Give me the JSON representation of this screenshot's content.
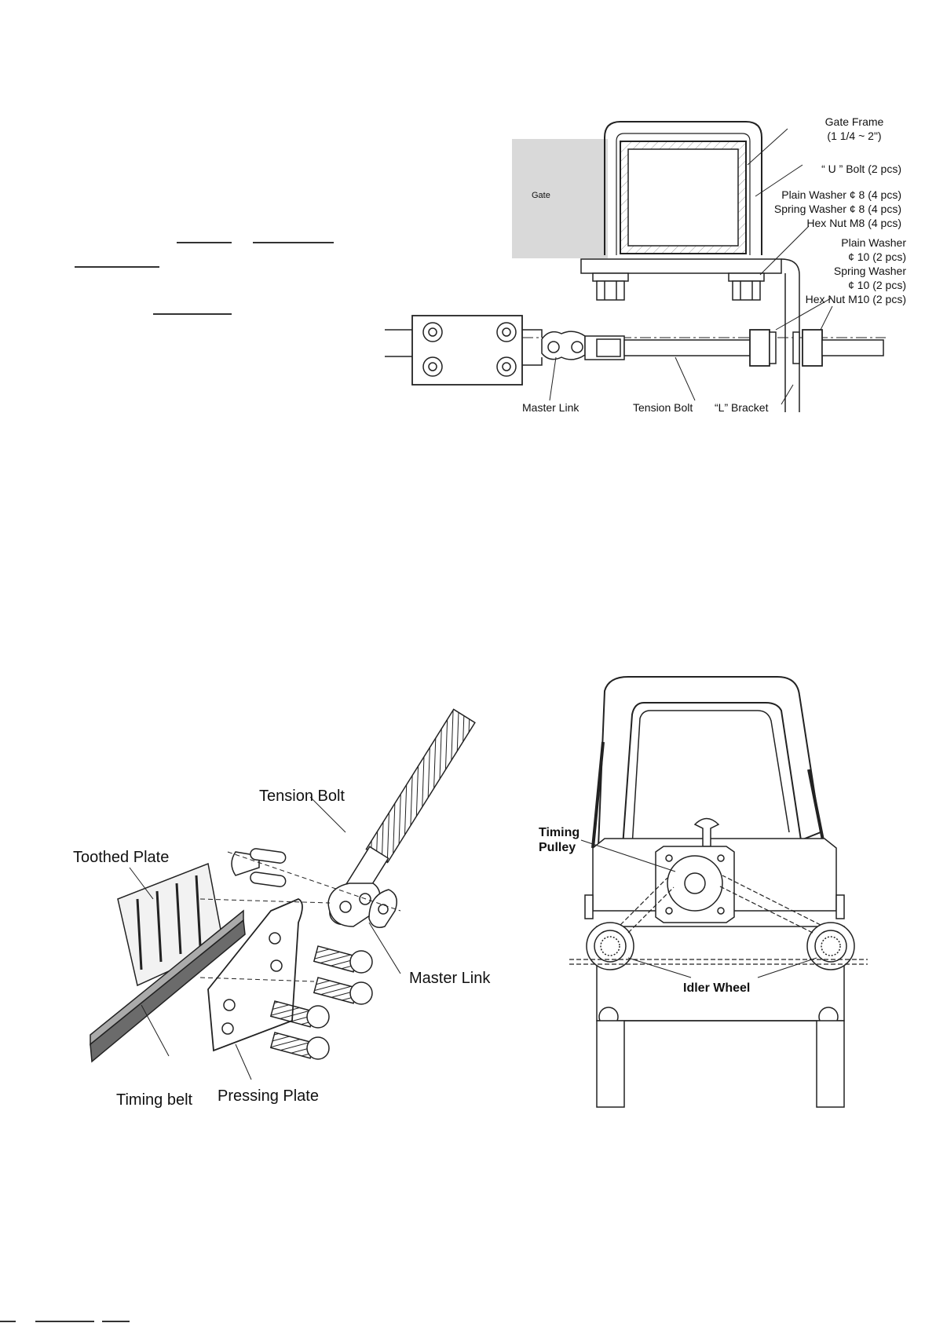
{
  "top_diagram": {
    "gate": "Gate",
    "gate_frame": "Gate Frame",
    "gate_frame_size": "(1 1/4 ~ 2\")",
    "u_bolt": "“ U ”  Bolt (2 pcs)",
    "plain_washer_8": "Plain Washer ¢ 8 (4 pcs)",
    "spring_washer_8": "Spring Washer ¢ 8 (4 pcs)",
    "hex_nut_m8": "Hex Nut M8 (4 pcs)",
    "plain_washer": "Plain Washer",
    "plain_washer_10_qty": "¢ 10 (2 pcs)",
    "spring_washer": "Spring Washer",
    "spring_washer_10_qty": "¢ 10 (2 pcs)",
    "hex_nut_m10": "Hex Nut M10 (2 pcs)",
    "master_link": "Master Link",
    "tension_bolt": "Tension Bolt",
    "l_bracket": "“L” Bracket"
  },
  "exploded_diagram": {
    "tension_bolt": "Tension Bolt",
    "toothed_plate": "Toothed Plate",
    "master_link": "Master Link",
    "timing_belt": "Timing belt",
    "pressing_plate": "Pressing Plate"
  },
  "motor_diagram": {
    "timing": "Timing",
    "pulley": "Pulley",
    "idler_wheel": "Idler Wheel"
  }
}
